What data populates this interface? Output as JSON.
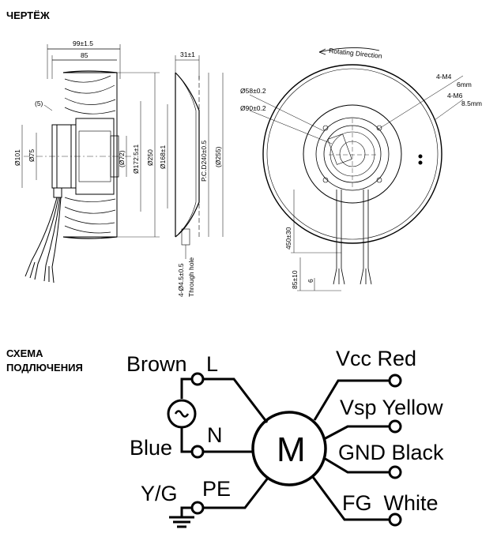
{
  "headings": {
    "drawing": "ЧЕРТЁЖ",
    "wiring_line1": "СХЕМА",
    "wiring_line2": "ПОДЛЮЧЕНИЯ"
  },
  "side_view": {
    "dim_top_outer": "99±1.5",
    "dim_top_inner": "85",
    "dim_5": "(5)",
    "dim_d101": "Ø101",
    "dim_d75": "Ø75",
    "dim_d72": "(Ø72)",
    "dim_d172": "Ø172.5±1",
    "dim_d250": "Ø250"
  },
  "section_view": {
    "dim_top": "31±1",
    "dim_d168": "Ø168±1",
    "dim_pcd": "P.C.D240±0.5",
    "dim_d255": "(Ø255)",
    "hole_label": "4-Ø4.5±0.5",
    "through_hole": "Through hole"
  },
  "front_view": {
    "rotating_direction": "Rotating Direction",
    "dim_d58": "Ø58±0.2",
    "dim_d90": "Ø90±0.2",
    "m4_label": "4-M4",
    "m4_depth": "6mm",
    "m6_label": "4-M6",
    "m6_depth": "8.5mm",
    "dim_450": "450±30",
    "dim_85": "85±10",
    "dim_6": "6"
  },
  "wiring": {
    "brown": "Brown",
    "L": "L",
    "blue": "Blue",
    "N": "N",
    "yg": "Y/G",
    "PE": "PE",
    "motor": "M",
    "vcc": "Vcc Red",
    "vsp": "Vsp Yellow",
    "gnd": "GND Black",
    "fg": "FG  White",
    "ac_symbol": "~"
  }
}
